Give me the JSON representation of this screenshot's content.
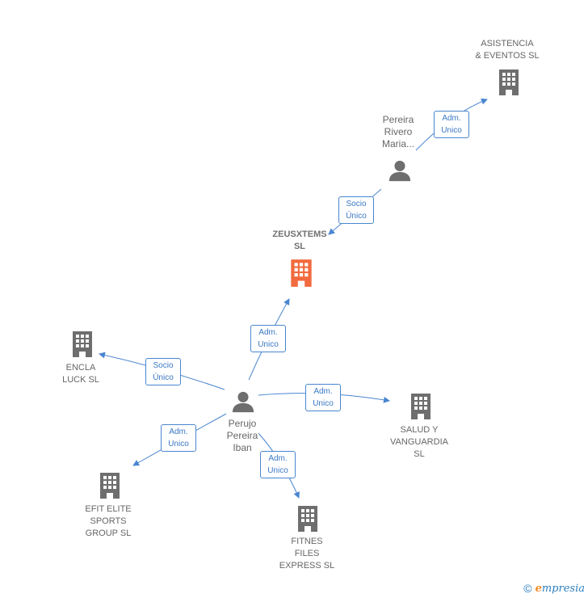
{
  "colors": {
    "company": "#6e6e6e",
    "company_focus": "#f26a3d",
    "person": "#6e6e6e",
    "edge": "#4a86d0",
    "label_text": "#666666",
    "edge_label_text": "#3b78c4"
  },
  "nodes": {
    "asistencia": {
      "label": "ASISTENCIA\n& EVENTOS  SL",
      "icon": "building-icon"
    },
    "pereira_rivero": {
      "label": "Pereira\nRivero\nMaria...",
      "icon": "person-icon"
    },
    "zeusxtems": {
      "label": "ZEUSXTEMS\nSL",
      "icon": "building-icon"
    },
    "encla": {
      "label": "ENCLA\nLUCK  SL",
      "icon": "building-icon"
    },
    "perujo": {
      "label": "Perujo\nPereira\nIban",
      "icon": "person-icon"
    },
    "salud": {
      "label": "SALUD Y\nVANGUARDIA\nSL",
      "icon": "building-icon"
    },
    "efit": {
      "label": "EFIT ELITE\nSPORTS\nGROUP  SL",
      "icon": "building-icon"
    },
    "fitnes": {
      "label": "FITNES\nFILES\nEXPRESS SL",
      "icon": "building-icon"
    }
  },
  "edges": {
    "pereira_asistencia": "Adm.\nUnico",
    "pereira_zeusxtems": "Socio\nÚnico",
    "perujo_zeusxtems": "Adm.\nUnico",
    "perujo_encla": "Socio\nÚnico",
    "perujo_salud": "Adm.\nUnico",
    "perujo_efit": "Adm.\nUnico",
    "perujo_fitnes": "Adm.\nUnico"
  },
  "footer": {
    "copyright": "©",
    "brand_initial": "e",
    "brand_rest": "mpresia"
  }
}
